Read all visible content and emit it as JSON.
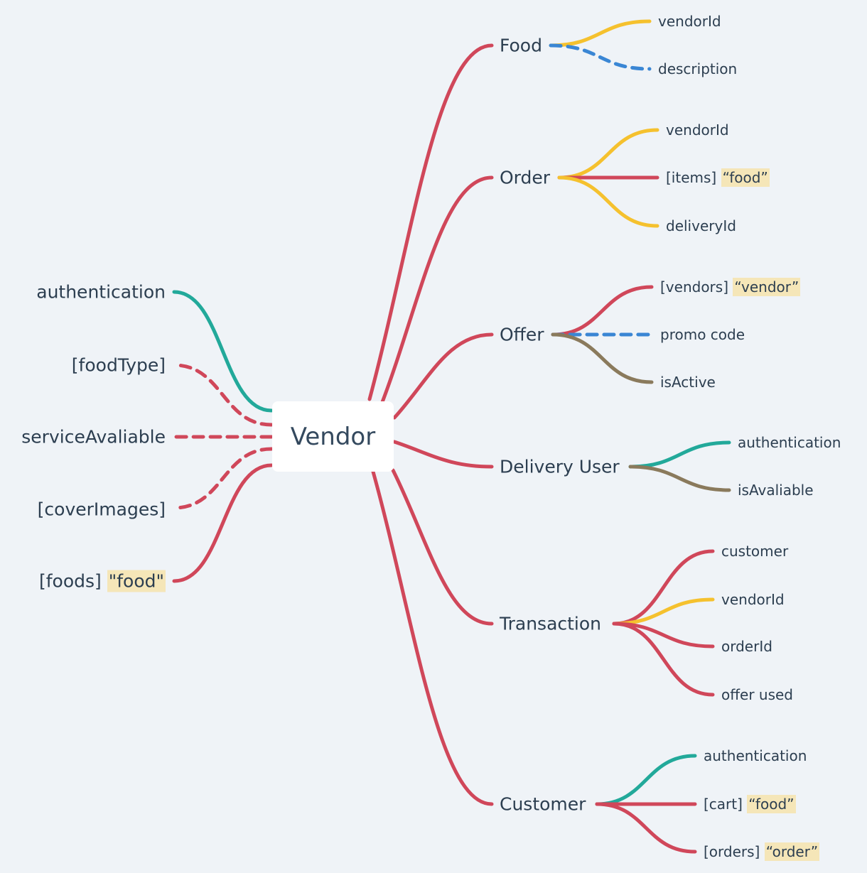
{
  "root": {
    "label": "Vendor"
  },
  "colors": {
    "red": "#d0475a",
    "yellow": "#f5c12e",
    "blue": "#3a86d4",
    "teal": "#22a99a",
    "brown": "#8a7a5c",
    "highlight": "#f5e6b8"
  },
  "left": [
    {
      "label": "authentication",
      "ref": "",
      "color": "teal",
      "dashed": false
    },
    {
      "label": "[foodType]",
      "ref": "",
      "color": "red",
      "dashed": true
    },
    {
      "label": "serviceAvaliable",
      "ref": "",
      "color": "red",
      "dashed": true
    },
    {
      "label": "[coverImages]",
      "ref": "",
      "color": "red",
      "dashed": true
    },
    {
      "label": "[foods]",
      "ref": "\"food\"",
      "color": "red",
      "dashed": false
    }
  ],
  "right": [
    {
      "label": "Food",
      "children": [
        {
          "label": "vendorId",
          "ref": "",
          "color": "yellow",
          "dashed": false
        },
        {
          "label": "description",
          "ref": "",
          "color": "blue",
          "dashed": true
        }
      ]
    },
    {
      "label": "Order",
      "children": [
        {
          "label": "vendorId",
          "ref": "",
          "color": "yellow",
          "dashed": false
        },
        {
          "label": "[items]",
          "ref": "“food”",
          "color": "red",
          "dashed": false
        },
        {
          "label": "deliveryId",
          "ref": "",
          "color": "yellow",
          "dashed": false
        }
      ]
    },
    {
      "label": "Offer",
      "children": [
        {
          "label": "[vendors]",
          "ref": "“vendor”",
          "color": "red",
          "dashed": false
        },
        {
          "label": "promo code",
          "ref": "",
          "color": "blue",
          "dashed": true
        },
        {
          "label": "isActive",
          "ref": "",
          "color": "brown",
          "dashed": false
        }
      ]
    },
    {
      "label": "Delivery User",
      "children": [
        {
          "label": "authentication",
          "ref": "",
          "color": "teal",
          "dashed": false
        },
        {
          "label": "isAvaliable",
          "ref": "",
          "color": "brown",
          "dashed": false
        }
      ]
    },
    {
      "label": "Transaction",
      "children": [
        {
          "label": "customer",
          "ref": "",
          "color": "red",
          "dashed": false
        },
        {
          "label": "vendorId",
          "ref": "",
          "color": "yellow",
          "dashed": false
        },
        {
          "label": "orderId",
          "ref": "",
          "color": "red",
          "dashed": false
        },
        {
          "label": "offer used",
          "ref": "",
          "color": "red",
          "dashed": false
        }
      ]
    },
    {
      "label": "Customer",
      "children": [
        {
          "label": "authentication",
          "ref": "",
          "color": "teal",
          "dashed": false
        },
        {
          "label": "[cart]",
          "ref": "“food”",
          "color": "red",
          "dashed": false
        },
        {
          "label": "[orders]",
          "ref": "“order”",
          "color": "red",
          "dashed": false
        }
      ]
    }
  ]
}
